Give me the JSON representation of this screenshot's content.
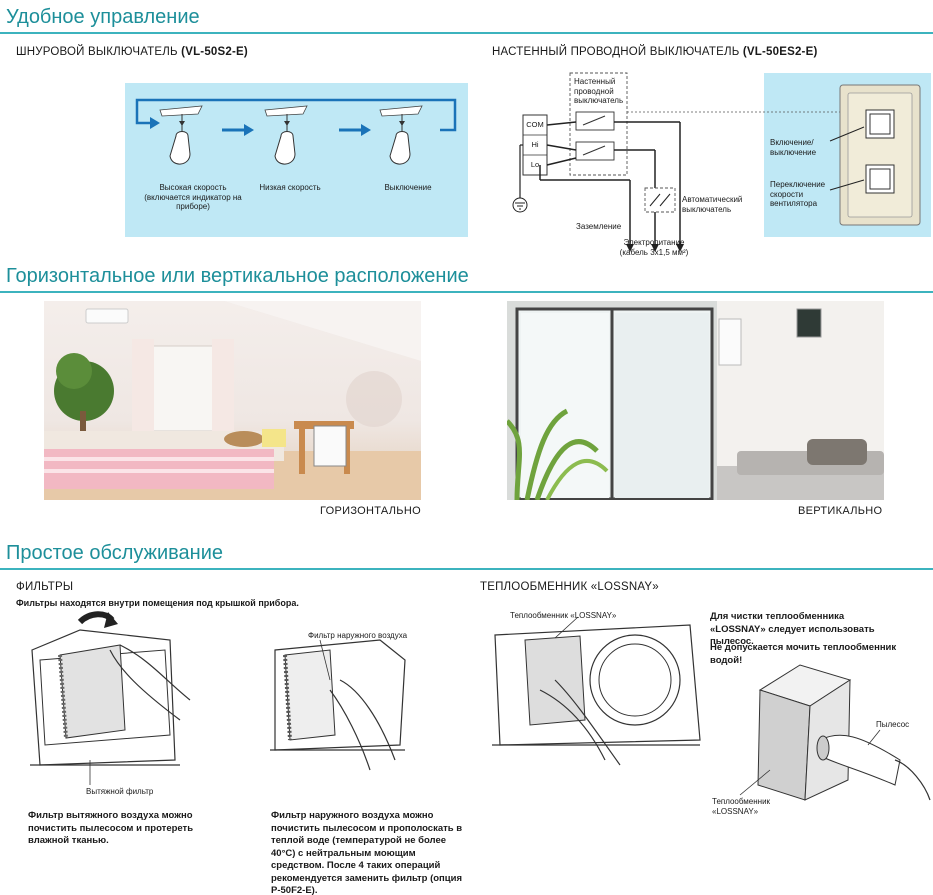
{
  "sections": {
    "control": "Удобное управление",
    "placement": "Горизонтальное или вертикальное расположение",
    "maintenance": "Простое обслуживание"
  },
  "pull_switch": {
    "title": "ШНУРОВОЙ ВЫКЛЮЧАТЕЛЬ ",
    "model": "(VL-50S2-E)",
    "steps": [
      "Высокая скорость (включается индикатор на приборе)",
      "Низкая скорость",
      "Выключение"
    ]
  },
  "wall_switch": {
    "title": "НАСТЕННЫЙ ПРОВОДНОЙ ВЫКЛЮЧАТЕЛЬ ",
    "model": "(VL-50ES2-E)",
    "terminals": [
      "COM",
      "Hi",
      "Lo"
    ],
    "wired_switch": "Настенный проводной выключатель",
    "breaker": "Автоматический выключатель",
    "ground": "Заземление",
    "power": "Электропитание",
    "power_cable": "(кабель 3х1,5 мм²)",
    "onoff": "Включение/ выключение",
    "speed": "Переключение скорости вентилятора"
  },
  "placement": {
    "horizontal": "ГОРИЗОНТАЛЬНО",
    "vertical": "ВЕРТИКАЛЬНО"
  },
  "filters": {
    "title": "ФИЛЬТРЫ",
    "note": "Фильтры находятся внутри помещения под крышкой прибора.",
    "exhaust_filter": "Вытяжной фильтр",
    "outdoor_filter": "Фильтр наружного воздуха",
    "exhaust_desc": "Фильтр вытяжного воздуха можно почистить пылесосом и протереть влажной тканью.",
    "outdoor_desc": "Фильтр наружного воздуха можно почистить пылесосом и прополоскать в теплой воде (температурой не более 40°C) с нейтральным моющим средством. После 4 таких операций рекомендуется заменить фильтр (опция P-50F2-E)."
  },
  "lossnay": {
    "title": "ТЕПЛООБМЕННИК «LOSSNAY»",
    "core_label": "Теплообменник «LOSSNAY»",
    "clean_note": "Для чистки теплообменника «LOSSNAY» следует использовать пылесос.",
    "water_warning": "Не допускается мочить теплообменник водой!",
    "vacuum": "Пылесос",
    "core_label2": "Теплообменник «LOSSNAY»"
  },
  "colors": {
    "accent": "#1d8f9a",
    "rule": "#3cb3be",
    "panel": "#bfe8f5",
    "arrow": "#1a73b8"
  }
}
